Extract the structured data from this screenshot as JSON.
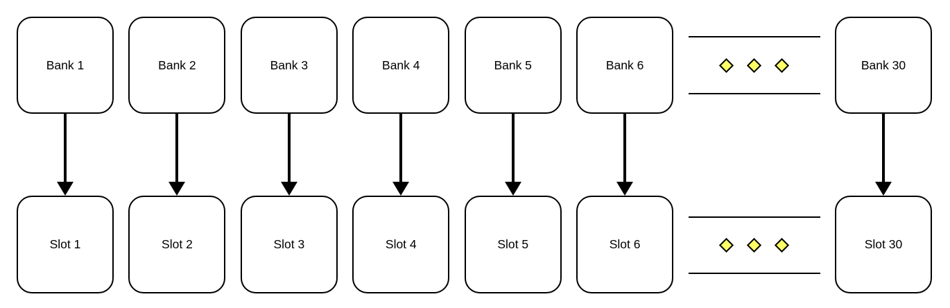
{
  "diagram": {
    "title": "bank-to-slot-mapping-diagram",
    "colors": {
      "background": "#ffffff",
      "line": "#000000",
      "box_fill": "#ffffff",
      "diamond_fill": "#FFFF66",
      "diamond_border": "#000000"
    },
    "ellipsis": {
      "diamond_count": 3,
      "position": "between column 6 and column 30"
    },
    "columns": [
      {
        "bank": "Bank 1",
        "slot": "Slot 1"
      },
      {
        "bank": "Bank 2",
        "slot": "Slot 2"
      },
      {
        "bank": "Bank 3",
        "slot": "Slot 3"
      },
      {
        "bank": "Bank 4",
        "slot": "Slot 4"
      },
      {
        "bank": "Bank 5",
        "slot": "Slot 5"
      },
      {
        "bank": "Bank 6",
        "slot": "Slot 6"
      },
      {
        "bank": "Bank 30",
        "slot": "Slot 30"
      }
    ]
  }
}
